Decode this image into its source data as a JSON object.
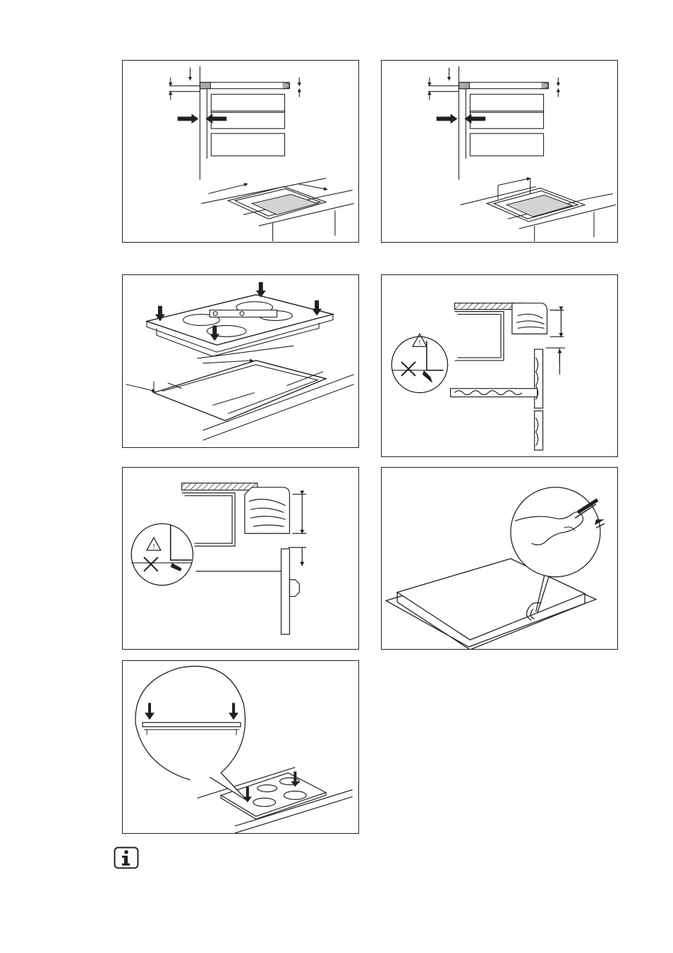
{
  "figures": [
    {
      "id": "fig-1",
      "subject": "cut-out-dimensions-built-in-oven"
    },
    {
      "id": "fig-2",
      "subject": "cut-out-dimensions-built-in-oven-variant"
    },
    {
      "id": "fig-3",
      "subject": "hob-inserted-into-worktop"
    },
    {
      "id": "fig-4",
      "subject": "clearance-above-drawer"
    },
    {
      "id": "fig-5",
      "subject": "clearance-above-cupboard-door"
    },
    {
      "id": "fig-6",
      "subject": "sealing-strip-application"
    },
    {
      "id": "fig-7",
      "subject": "press-hob-into-place"
    }
  ],
  "icons": {
    "info": "info-icon",
    "warning": "warning-triangle-icon"
  },
  "colors": {
    "line": "#231f20",
    "grey": "#a7a9ac",
    "light_grey": "#d1d3d4"
  }
}
